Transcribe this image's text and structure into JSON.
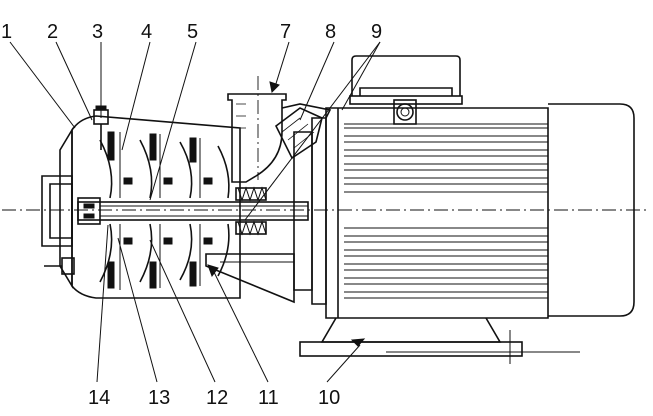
{
  "diagram": {
    "callouts_top": [
      {
        "id": "1",
        "text": "1"
      },
      {
        "id": "2",
        "text": "2"
      },
      {
        "id": "3",
        "text": "3"
      },
      {
        "id": "4",
        "text": "4"
      },
      {
        "id": "5",
        "text": "5"
      },
      {
        "id": "7",
        "text": "7"
      },
      {
        "id": "8",
        "text": "8"
      },
      {
        "id": "9",
        "text": "9"
      }
    ],
    "callouts_bottom": [
      {
        "id": "14",
        "text": "14"
      },
      {
        "id": "13",
        "text": "13"
      },
      {
        "id": "12",
        "text": "12"
      },
      {
        "id": "11",
        "text": "11"
      },
      {
        "id": "10",
        "text": "10"
      }
    ]
  }
}
